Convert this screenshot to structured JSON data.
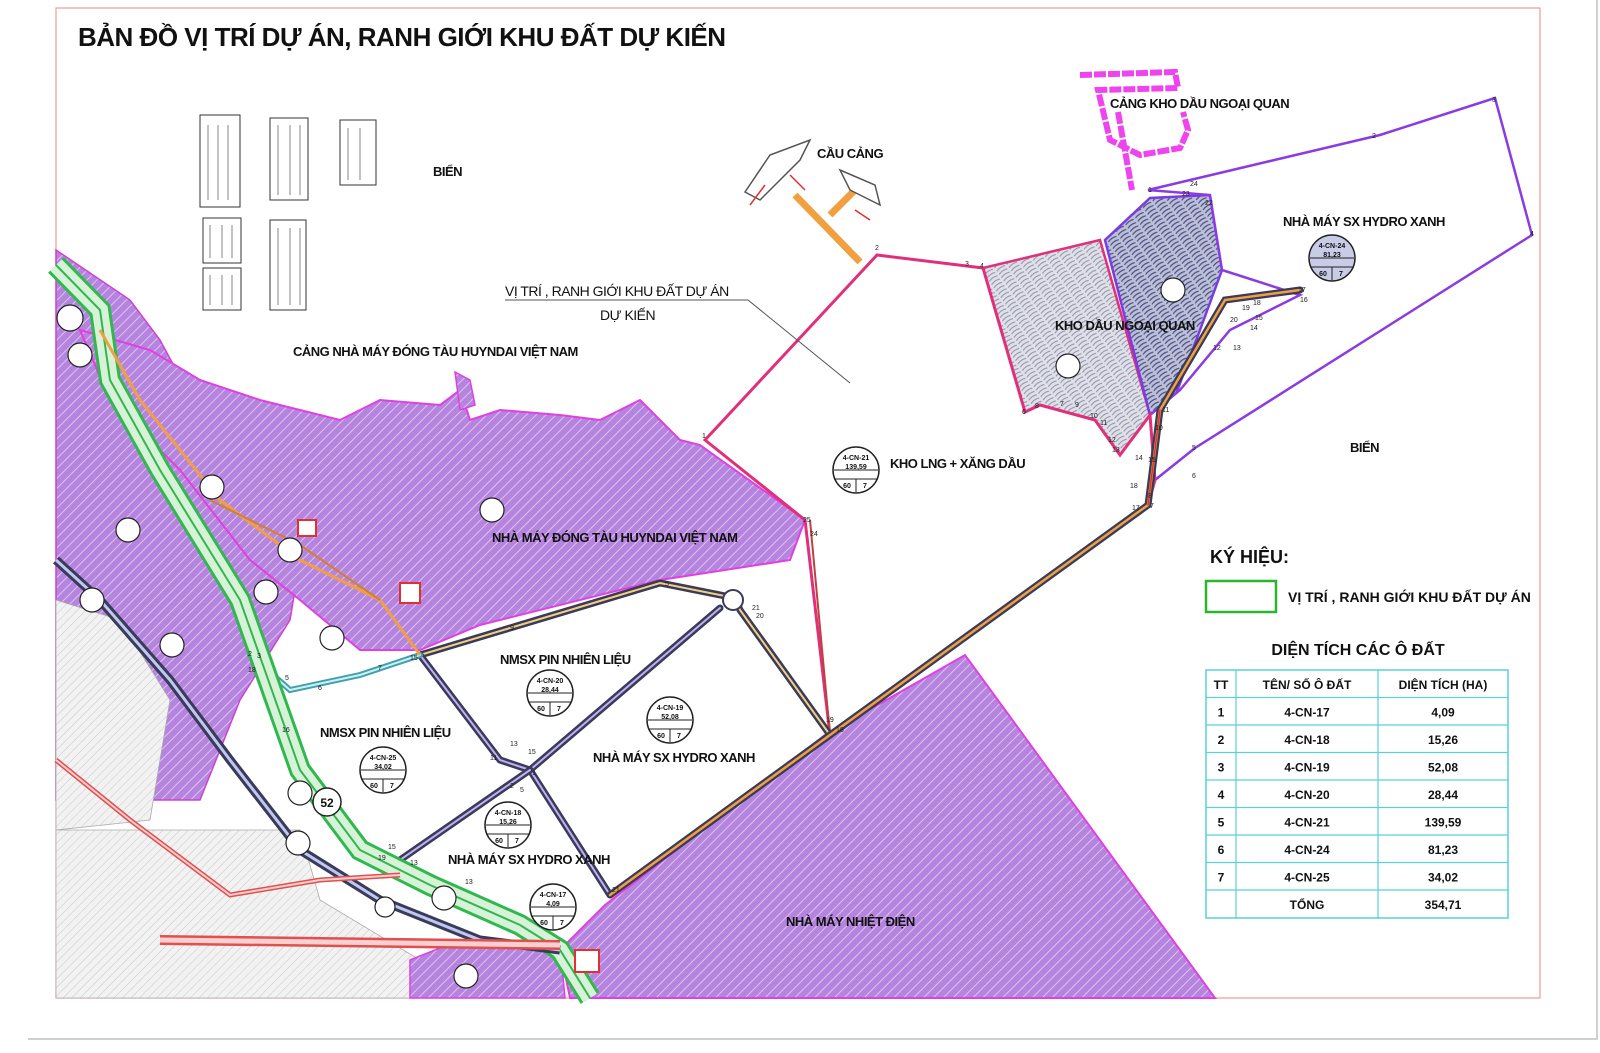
{
  "title": "BẢN ĐỒ VỊ TRÍ DỰ ÁN, RANH GIỚI KHU ĐẤT DỰ KIẾN",
  "labels": {
    "bien_top": "BIỂN",
    "bien_right": "BIỂN",
    "cau_cang": "CẦU CẢNG",
    "cang_kho_dau": "CẢNG KHO DẦU NGOẠI QUAN",
    "project_boundary_1": "VỊ TRÍ , RANH GIỚI KHU ĐẤT DỰ ÁN",
    "project_boundary_2": "DỰ KIẾN",
    "cang_huyndai": "CẢNG NHÀ MÁY ĐÓNG TÀU HUYNDAI VIỆT NAM",
    "nm_huyndai": "NHÀ MÁY ĐÓNG TÀU HUYNDAI VIỆT NAM",
    "kho_lng": "KHO LNG + XĂNG DẦU",
    "kho_dau_nq": "KHO DẦU NGOẠI QUAN",
    "hydro_top": "NHÀ MÁY SX HYDRO XANH",
    "pin_1": "NMSX PIN NHIÊN LIỆU",
    "pin_2": "NMSX PIN NHIÊN LIỆU",
    "hydro_mid": "NHÀ MÁY SX HYDRO XANH",
    "hydro_bottom": "NHÀ MÁY SX HYDRO XANH",
    "nhiet_dien": "NHÀ MÁY NHIỆT ĐIỆN"
  },
  "parcels": [
    {
      "code": "4-CN-21",
      "area": "139,59",
      "a": "60",
      "b": "7"
    },
    {
      "code": "4-CN-24",
      "area": "81,23",
      "a": "60",
      "b": "7"
    },
    {
      "code": "4-CN-20",
      "area": "28,44",
      "a": "60",
      "b": "7"
    },
    {
      "code": "4-CN-19",
      "area": "52,08",
      "a": "60",
      "b": "7"
    },
    {
      "code": "4-CN-25",
      "area": "34,02",
      "a": "60",
      "b": "7"
    },
    {
      "code": "4-CN-18",
      "area": "15,26",
      "a": "60",
      "b": "7"
    },
    {
      "code": "4-CN-17",
      "area": "4,09",
      "a": "60",
      "b": "7"
    }
  ],
  "road_marker": "52",
  "legend": {
    "title": "KÝ HIỆU:",
    "item": "VỊ TRÍ , RANH GIỚI KHU ĐẤT DỰ ÁN",
    "swatch_color": "#2bb52b"
  },
  "area_table": {
    "title": "DIỆN TÍCH CÁC Ô ĐẤT",
    "headers": [
      "TT",
      "TÊN/ SỐ Ô ĐẤT",
      "DIỆN TÍCH (HA)"
    ],
    "rows": [
      [
        "1",
        "4-CN-17",
        "4,09"
      ],
      [
        "2",
        "4-CN-18",
        "15,26"
      ],
      [
        "3",
        "4-CN-19",
        "52,08"
      ],
      [
        "4",
        "4-CN-20",
        "28,44"
      ],
      [
        "5",
        "4-CN-21",
        "139,59"
      ],
      [
        "6",
        "4-CN-24",
        "81,23"
      ],
      [
        "7",
        "4-CN-25",
        "34,02"
      ]
    ],
    "total": [
      "",
      "TỔNG",
      "354,71"
    ]
  },
  "colors": {
    "purple_zone": "#b07cdc",
    "purple_border": "#e040e0",
    "boundary": "#e0307a",
    "road_green": "#2fb84f",
    "table_border": "#5ad0d8"
  }
}
